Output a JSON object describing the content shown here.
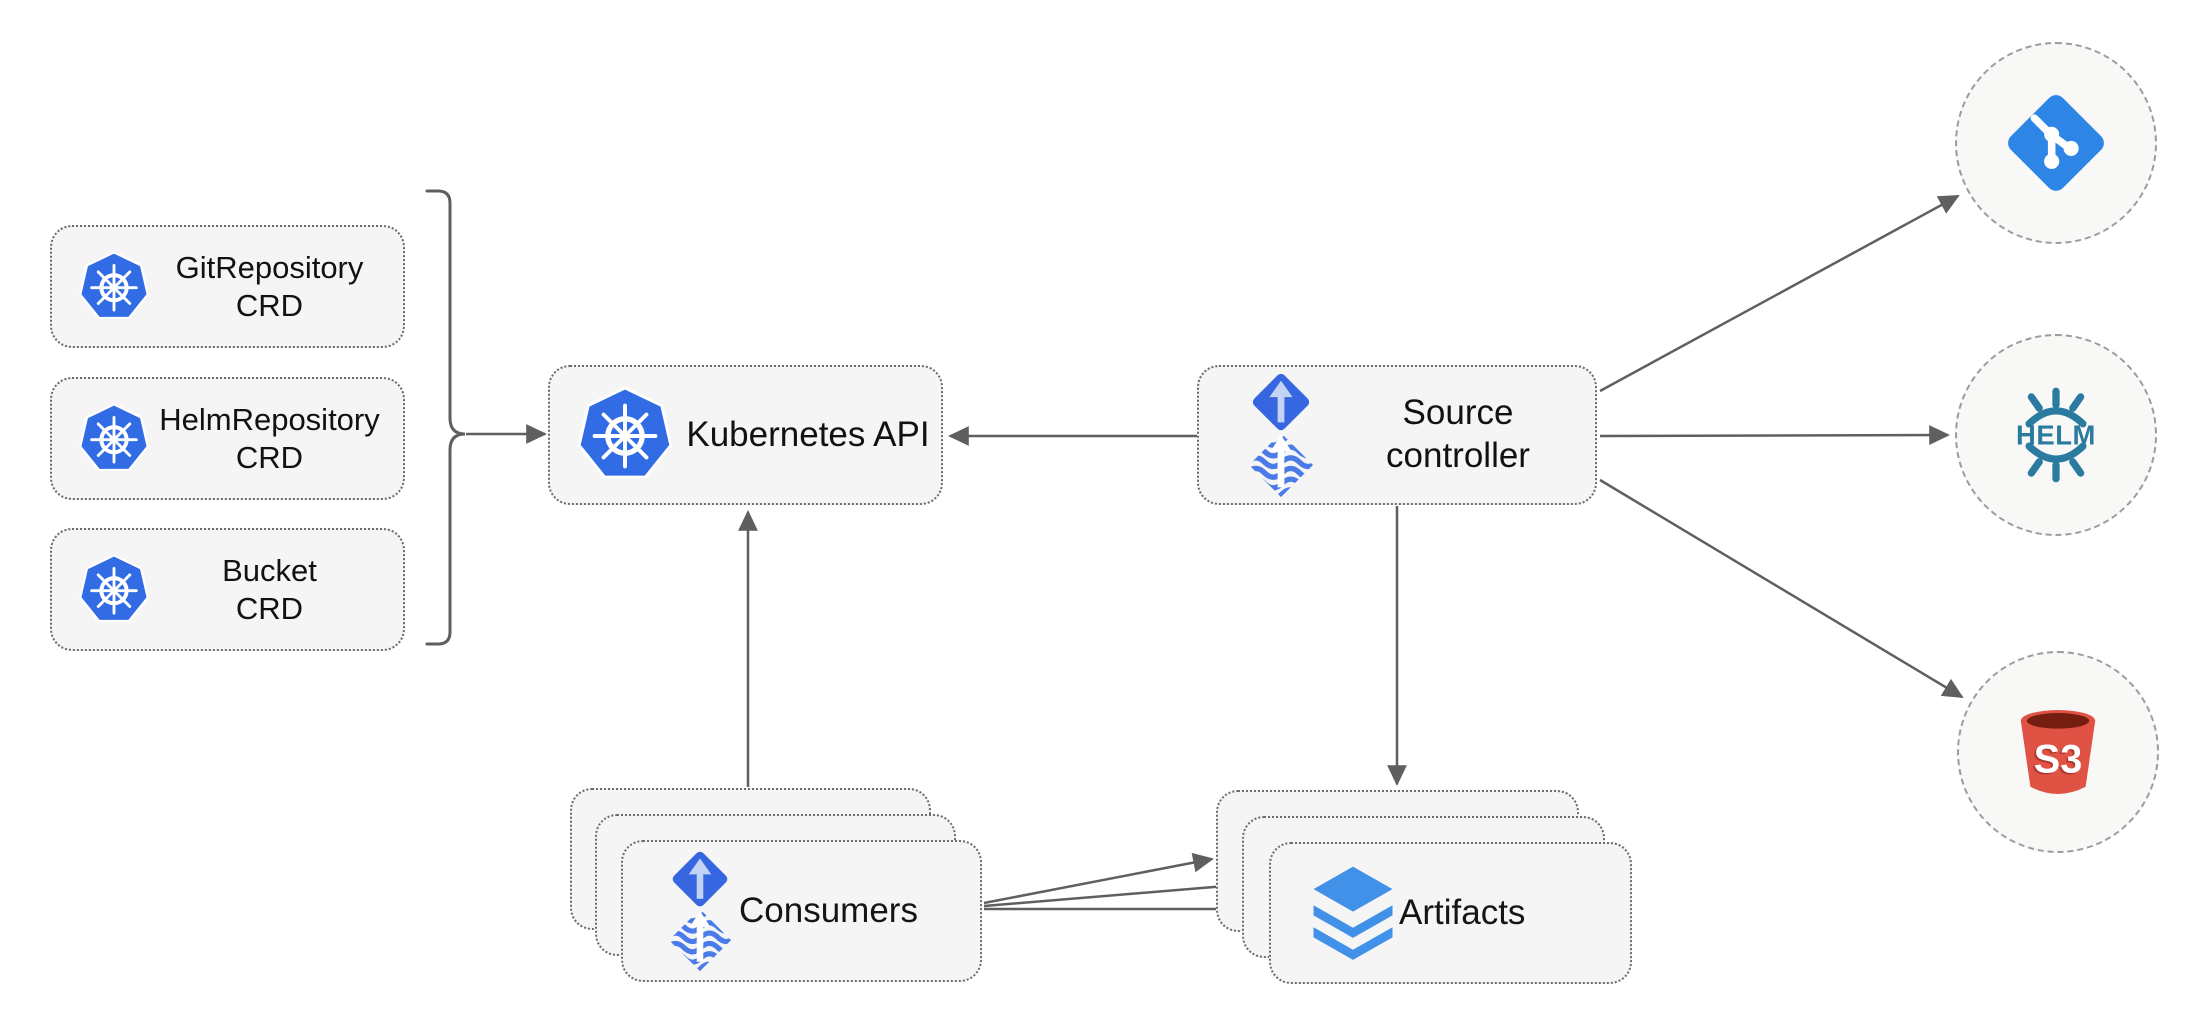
{
  "diagram": {
    "crd_nodes": [
      {
        "line1": "GitRepository",
        "line2": "CRD",
        "icon": "kubernetes-icon"
      },
      {
        "line1": "HelmRepository",
        "line2": "CRD",
        "icon": "kubernetes-icon"
      },
      {
        "line1": "Bucket",
        "line2": "CRD",
        "icon": "kubernetes-icon"
      }
    ],
    "kubernetes_api": {
      "label": "Kubernetes API",
      "icon": "kubernetes-icon"
    },
    "source_controller": {
      "line1": "Source",
      "line2": "controller",
      "icon": "flux-source-icon"
    },
    "consumers": {
      "label": "Consumers",
      "icon": "flux-source-icon",
      "stack_count": 3
    },
    "artifacts": {
      "label": "Artifacts",
      "icon": "layers-icon",
      "stack_count": 3
    },
    "externals": {
      "git": {
        "icon": "git-icon"
      },
      "helm": {
        "icon": "helm-icon",
        "text": "HELM"
      },
      "s3": {
        "icon": "s3-icon",
        "text": "S3"
      }
    },
    "edges": [
      {
        "from": "crd-group-bracket",
        "to": "kubernetes-api"
      },
      {
        "from": "source-controller",
        "to": "kubernetes-api"
      },
      {
        "from": "consumers",
        "to": "kubernetes-api"
      },
      {
        "from": "source-controller",
        "to": "artifacts"
      },
      {
        "from": "source-controller",
        "to": "git"
      },
      {
        "from": "source-controller",
        "to": "helm"
      },
      {
        "from": "source-controller",
        "to": "s3"
      },
      {
        "from": "consumers",
        "to": "artifacts",
        "arrow_count": 3
      }
    ],
    "colors": {
      "node_fill": "#F5F5F5",
      "node_border": "#6B6B6B",
      "circle_fill": "#F8F8F6",
      "circle_border": "#9C9C9C",
      "edge_gray": "#5F5F5F",
      "kubernetes_blue": "#326CE5",
      "flux_blue": "#3767E0",
      "flux_light": "#C3D3F4",
      "git_blue": "#2D85E5",
      "helm_teal": "#2B7BA0",
      "layers_blue": "#4191E9",
      "s3_red": "#E05243",
      "s3_dark_red": "#761D12"
    }
  }
}
